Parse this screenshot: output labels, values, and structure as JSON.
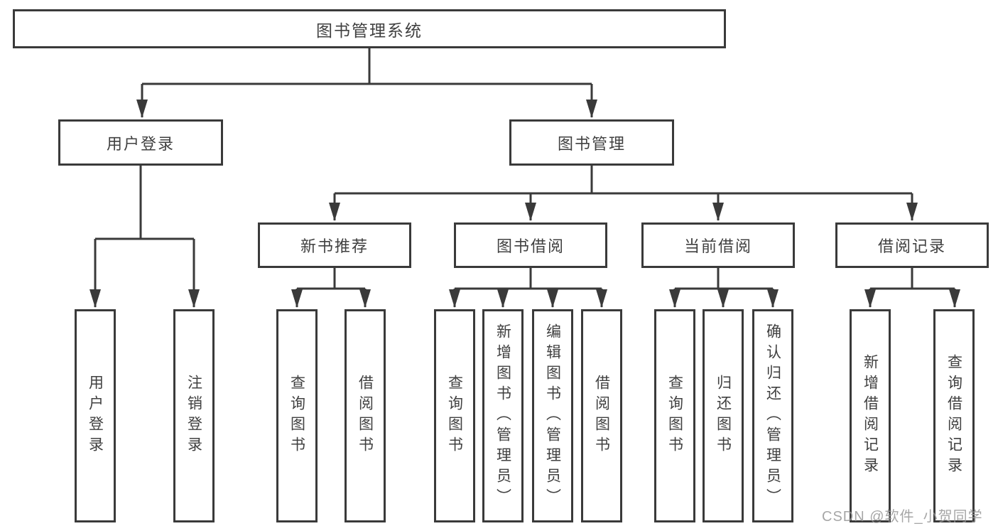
{
  "diagram": {
    "title": "图书管理系统",
    "root": {
      "label": "图书管理系统"
    },
    "level2": [
      {
        "label": "用户登录"
      },
      {
        "label": "图书管理"
      }
    ],
    "level3": [
      {
        "label": "新书推荐"
      },
      {
        "label": "图书借阅"
      },
      {
        "label": "当前借阅"
      },
      {
        "label": "借阅记录"
      }
    ],
    "leaves": [
      {
        "label": "用户登录",
        "parent": "用户登录"
      },
      {
        "label": "注销登录",
        "parent": "用户登录"
      },
      {
        "label": "查询图书",
        "parent": "新书推荐"
      },
      {
        "label": "借阅图书",
        "parent": "新书推荐"
      },
      {
        "label": "查询图书",
        "parent": "图书借阅"
      },
      {
        "label": "新增图书（管理员）",
        "parent": "图书借阅"
      },
      {
        "label": "编辑图书（管理员）",
        "parent": "图书借阅"
      },
      {
        "label": "借阅图书",
        "parent": "图书借阅"
      },
      {
        "label": "查询图书",
        "parent": "当前借阅"
      },
      {
        "label": "归还图书",
        "parent": "当前借阅"
      },
      {
        "label": "确认归还（管理员）",
        "parent": "当前借阅"
      },
      {
        "label": "新增借阅记录",
        "parent": "借阅记录"
      },
      {
        "label": "查询借阅记录",
        "parent": "借阅记录"
      }
    ],
    "watermark": "CSDN @软件_小贺同学",
    "colors": {
      "line": "#3a3a3a",
      "box_border": "#3a3a3a",
      "text": "#404040",
      "watermark": "#969696",
      "background": "#ffffff"
    }
  }
}
